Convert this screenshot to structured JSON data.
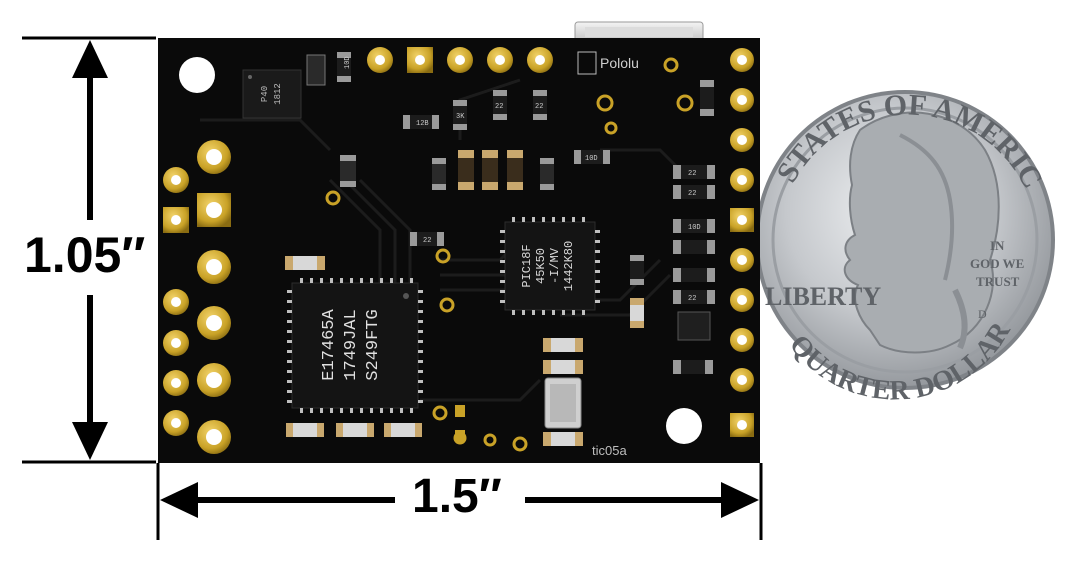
{
  "dimensions": {
    "height_label": "1.05″",
    "width_label": "1.5″"
  },
  "board": {
    "logo_text": "Pololu",
    "revision_text": "tic05a",
    "chip_large_lines": [
      "S249FTG",
      "1749JAL",
      "E17465A"
    ],
    "chip_mcu_lines": [
      "PIC18F",
      "45K50",
      "-I/MV",
      "1442K80"
    ],
    "chip_small_lines": [
      "P40",
      "1812"
    ],
    "resistor_labels": [
      "10D",
      "3K",
      "22",
      "22",
      "12B",
      "10D",
      "22",
      "22",
      "22",
      "10D",
      "22"
    ]
  },
  "coin": {
    "top_text": "STATES OF AMERICA",
    "left_text": "LIBERTY",
    "bottom_text": "QUARTER DOLLAR",
    "motto_line1": "IN",
    "motto_line2": "GOD WE",
    "motto_line3": "TRUST",
    "mint_mark": "D"
  },
  "colors": {
    "pcb": "#0a0a0a",
    "pad_gold": "#c9a227",
    "coin_silver": "#b9bcbf"
  }
}
